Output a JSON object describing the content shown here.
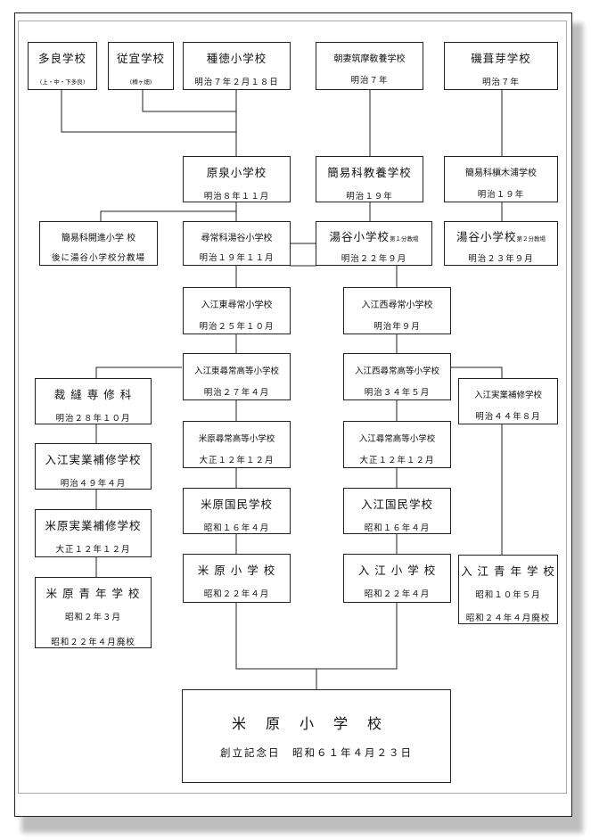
{
  "schools": {
    "tara": {
      "name": "多良学校",
      "note": "(上・中・下多良)"
    },
    "jugi": {
      "name": "従宜学校",
      "note": "(樽ヶ畑)"
    },
    "shutoku": {
      "name": "種徳小学校",
      "date": "明治７年２月１８日"
    },
    "chouan": {
      "name": "朝妻筑摩敎養学校",
      "date": "明治７年"
    },
    "isoi": {
      "name": "磯葺芽学校",
      "date": "明治７年"
    },
    "haraizumi": {
      "name": "原泉小学校",
      "date": "明治８年１１月"
    },
    "kani_kyouyou": {
      "name": "簡易科教養学校",
      "date": "明治１９年"
    },
    "kani_kinoura": {
      "name": "簡易科槇木浦学校",
      "date": "明治１９年"
    },
    "kani_kaishin": {
      "name": "簡易科開進小学 校",
      "note": "後に湯谷小学校分教場"
    },
    "jinjou_yutani": {
      "name": "尋常科湯谷小学校",
      "date": "明治１９年１１月"
    },
    "yutani1": {
      "name": "湯谷小学校",
      "sub": "第１分教場",
      "date": "明治２２年９月"
    },
    "yutani2": {
      "name": "湯谷小学校",
      "sub": "第２分教場",
      "date": "明治２３年９月"
    },
    "irie_higashi": {
      "name": "入江東尋常小学校",
      "date": "明治２５年１０月"
    },
    "irie_nishi": {
      "name": "入江西尋常小学校",
      "date": "明治年９月"
    },
    "saihou": {
      "name": "裁 縫 専 修 科",
      "date": "明治２８年１０月"
    },
    "irie_higashi_koutou": {
      "name": "入江東尋常高等小学校",
      "date": "明治２７年４月"
    },
    "irie_nishi_koutou": {
      "name": "入江西尋常高等小学校",
      "date": "明治３４年５月"
    },
    "irie_jitsugyou_b": {
      "name": "入江実業補修学校",
      "date": "明治４４年８月"
    },
    "irie_jitsugyou_a": {
      "name": "入江実業補修学校",
      "date": "明治４９年４月"
    },
    "maibara_koutou": {
      "name": "米原尋常高等小学校",
      "date": "大正１２年１２月"
    },
    "irie_koutou": {
      "name": "入江尋常高等小学校",
      "date": "大正１２年１２月"
    },
    "maibara_jitsugyou": {
      "name": "米原実業補修学校",
      "date": "大正１２年１２月"
    },
    "maibara_kokumin": {
      "name": "米原国民学校",
      "date": "昭和１６年４月"
    },
    "irie_kokumin": {
      "name": "入江国民学校",
      "date": "昭和１６年４月"
    },
    "maibara_shou": {
      "name": "米 原 小 学 校",
      "date": "昭和２２年４月"
    },
    "irie_shou": {
      "name": "入 江 小 学 校",
      "date": "昭和２２年４月"
    },
    "maibara_seinen": {
      "name": "米 原 青 年 学 校",
      "date": "昭和２年３月",
      "date2": "昭和２２年４月廃校"
    },
    "irie_seinen": {
      "name": "入 江 青 年 学 校",
      "date": "昭和１０年５月",
      "date2": "昭和２４年４月廃校"
    }
  },
  "final": {
    "name": "米原小学校",
    "date": "創立記念日　昭和６１年４月２３日"
  }
}
